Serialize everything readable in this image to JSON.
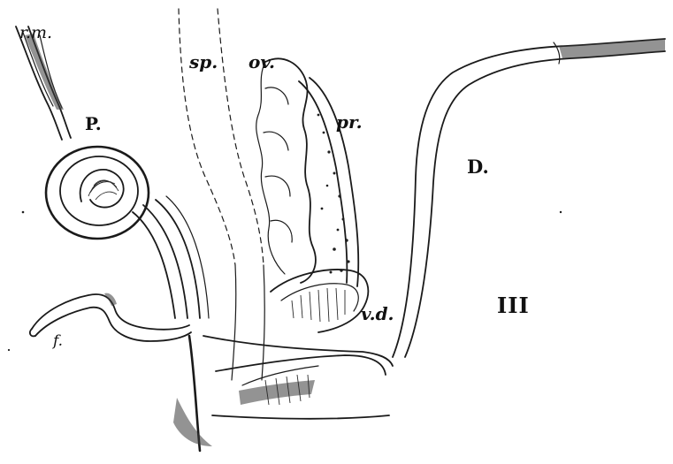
{
  "figure": {
    "number": "III",
    "labels": {
      "rm": "r.m.",
      "sp": "sp.",
      "ov": "ov.",
      "p": "P.",
      "pr": "pr.",
      "d": "D.",
      "vd": "v.d.",
      "f": "f."
    }
  }
}
